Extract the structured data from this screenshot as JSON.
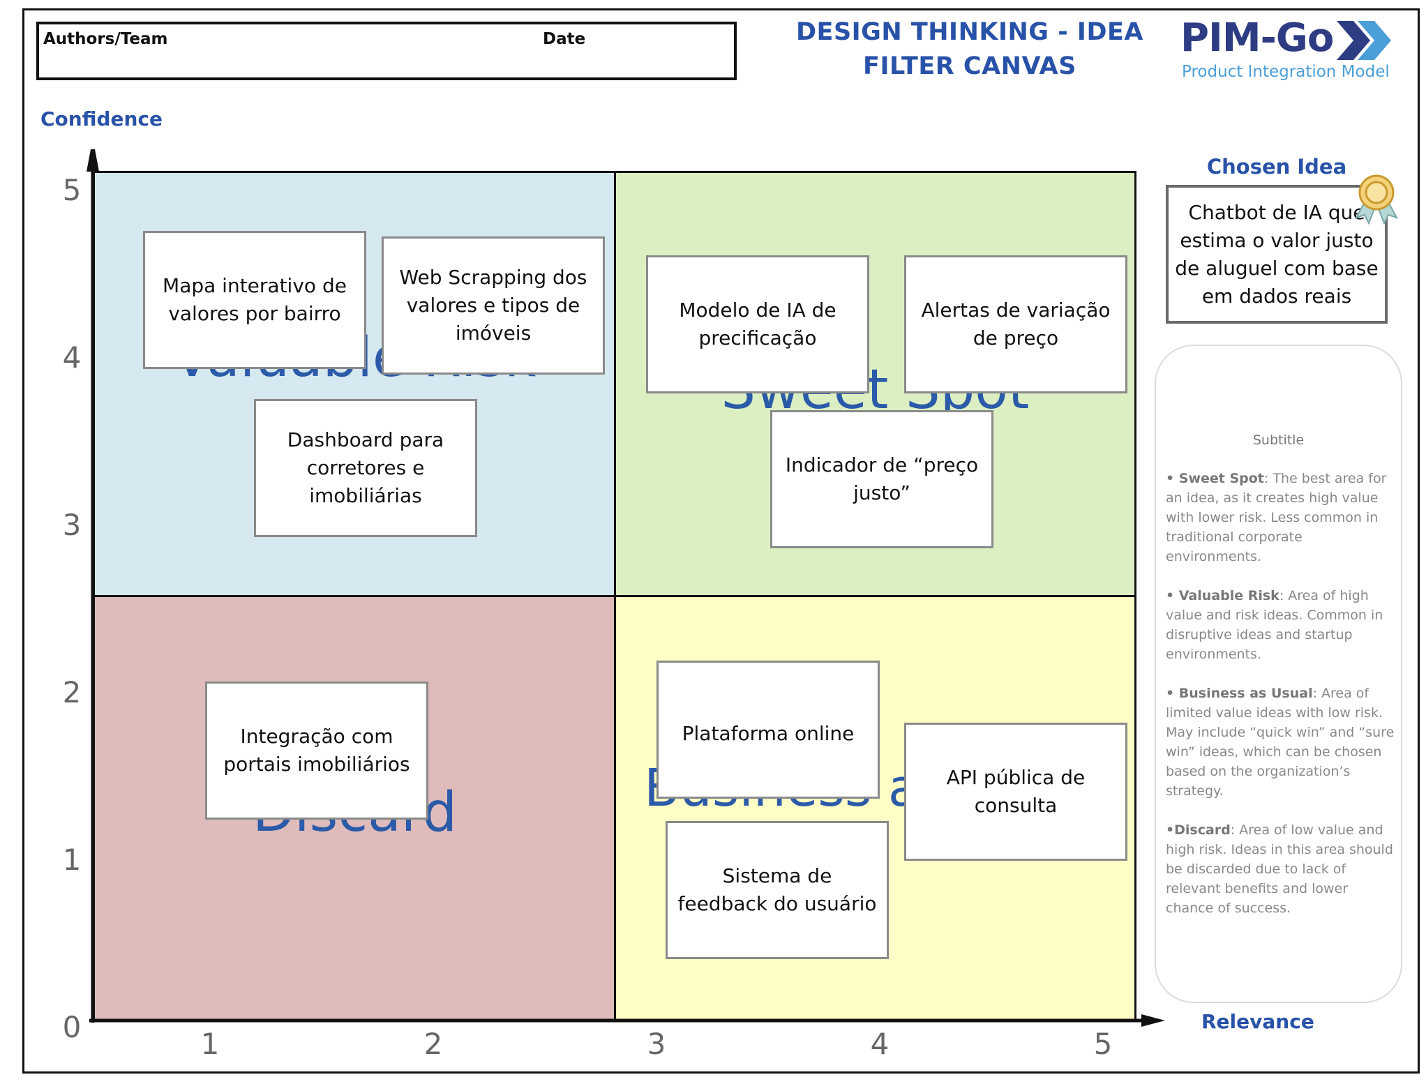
{
  "header": {
    "authors_label": "Authors/Team",
    "date_label": "Date",
    "title_line1": "DESIGN THINKING - IDEA",
    "title_line2": "FILTER CANVAS"
  },
  "logo": {
    "name": "PIM-Go",
    "subtitle": "Product Integration Model",
    "colors": {
      "primary": "#2d3c83",
      "accent": "#4a9fd8"
    }
  },
  "axes": {
    "y_title": "Confidence",
    "x_title": "Relevance",
    "y_ticks": [
      "5",
      "4",
      "3",
      "2",
      "1",
      "0"
    ],
    "x_ticks": [
      "1",
      "2",
      "3",
      "4",
      "5"
    ]
  },
  "quadrants": {
    "top_left": {
      "label": "Valuable Risk",
      "color": "#d6e8f0"
    },
    "top_right": {
      "label": "Sweet Spot",
      "color": "#dcefc3"
    },
    "bottom_left": {
      "label": "Discard",
      "color": "#dfbbbb"
    },
    "bottom_right": {
      "label": "Business as Usual",
      "color": "#fdfdc6"
    }
  },
  "ideas": [
    {
      "id": "mapa",
      "text": "Mapa interativo de valores por bairro"
    },
    {
      "id": "scrapping",
      "text": "Web Scrapping dos valores e tipos de imóveis"
    },
    {
      "id": "dashboard",
      "text": "Dashboard para corretores e imobiliárias"
    },
    {
      "id": "modelo",
      "text": "Modelo de IA de precificação"
    },
    {
      "id": "alertas",
      "text": "Alertas de variação de preço"
    },
    {
      "id": "indicador",
      "text": "Indicador de “preço justo”"
    },
    {
      "id": "integracao",
      "text": "Integração com portais imobiliários"
    },
    {
      "id": "plataforma",
      "text": "Plataforma online"
    },
    {
      "id": "api",
      "text": "API pública de consulta"
    },
    {
      "id": "feedback",
      "text": "Sistema de feedback do usuário"
    }
  ],
  "chosen": {
    "title": "Chosen Idea",
    "text": "Chatbot de IA que estima o valor justo de aluguel com base em dados reais",
    "icon": "award-ribbon-icon"
  },
  "legend": {
    "subtitle": "Subtitle",
    "items": [
      {
        "term": "• Sweet Spot",
        "desc": ": The best area for an idea, as it creates high value with lower risk. Less common in traditional corporate environments."
      },
      {
        "term": "• Valuable Risk",
        "desc": ": Area of high value and risk ideas. Common in disruptive ideas and startup environments."
      },
      {
        "term": "• Business as Usual",
        "desc": ": Area of limited value ideas with low risk. May include “quick win” and “sure win” ideas, which can be chosen based on the organization’s strategy."
      },
      {
        "term": "•Discard",
        "desc": ": Area of low value and high risk. Ideas in this area should be discarded due to lack of relevant benefits and lower chance of success."
      }
    ]
  }
}
